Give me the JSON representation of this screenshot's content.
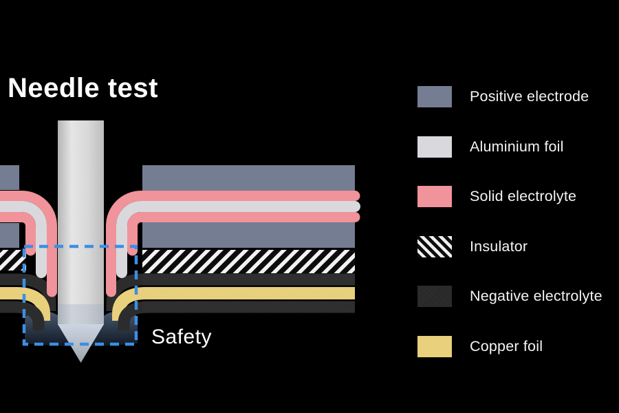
{
  "title": "Needle test",
  "diagram": {
    "safety_label": "Safety",
    "layers_top_to_bottom": [
      "Positive electrode",
      "Solid electrolyte",
      "Aluminium foil",
      "Solid electrolyte",
      "Positive electrode",
      "Insulator",
      "Negative electrolyte",
      "Copper foil",
      "Negative electrolyte"
    ]
  },
  "legend": {
    "items": [
      {
        "label": "Positive electrode",
        "color": "#747d92"
      },
      {
        "label": "Aluminium foil",
        "color": "#d9d9dd"
      },
      {
        "label": "Solid electrolyte",
        "color": "#f0939a"
      },
      {
        "label": "Insulator",
        "pattern": "diagonal-stripes"
      },
      {
        "label": "Negative electrolyte",
        "pattern": "noise"
      },
      {
        "label": "Copper foil",
        "color": "#e8d07d"
      }
    ]
  },
  "colors": {
    "background": "#000000",
    "text": "#ffffff",
    "positive_electrode": "#747d92",
    "aluminium_foil": "#d9d9dd",
    "solid_electrolyte": "#f0939a",
    "insulator_stripe": "#f2f2f2",
    "insulator_base": "#0d0d0d",
    "negative_electrolyte": "#2c2c2c",
    "copper_foil": "#e8d07d",
    "safety_box": "#3e8ee3",
    "needle_body": "#d9d9d9"
  }
}
